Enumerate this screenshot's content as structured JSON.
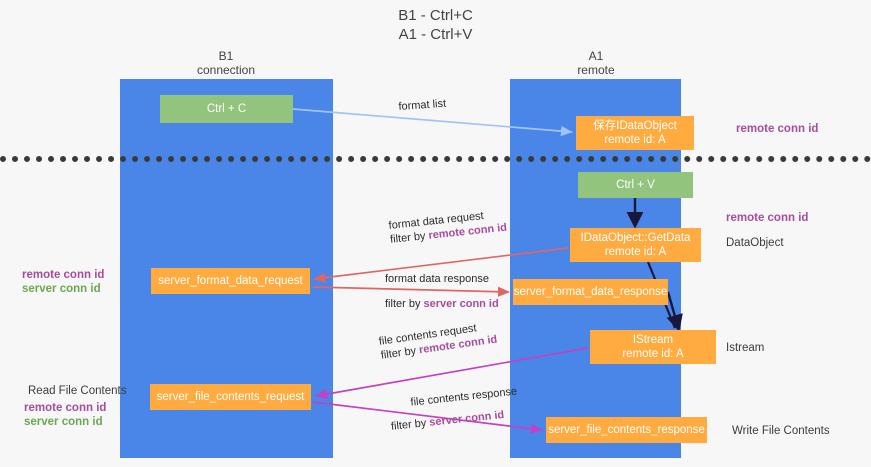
{
  "title": {
    "line1": "B1 - Ctrl+C",
    "line2": "A1 - Ctrl+V"
  },
  "columns": [
    {
      "name": "b1",
      "line1": "B1",
      "line2": "connection"
    },
    {
      "name": "a1",
      "line1": "A1",
      "line2": "remote"
    }
  ],
  "nodes": {
    "ctrl_c": {
      "line1": "Ctrl + C",
      "line2": ""
    },
    "save_idataobject": {
      "line1": "保存IDataObject",
      "line2": "remote id: A"
    },
    "ctrl_v": {
      "line1": "Ctrl + V",
      "line2": ""
    },
    "getdata": {
      "line1": "IDataObject::GetData",
      "line2": "remote id: A"
    },
    "server_format_data_request": {
      "line1": "server_format_data_request",
      "line2": ""
    },
    "server_format_data_response": {
      "line1": "server_format_data_response",
      "line2": ""
    },
    "istream": {
      "line1": "IStream",
      "line2": "remote id: A"
    },
    "server_file_contents_request": {
      "line1": "server_file_contents_request",
      "line2": ""
    },
    "server_file_contents_response": {
      "line1": "server_file_contents_response",
      "line2": ""
    }
  },
  "edge_labels": {
    "format_list": {
      "line1": "format list",
      "line2": "",
      "link": ""
    },
    "format_data_request": {
      "line1": "format data request",
      "line2": "filter by ",
      "link": "remote conn id"
    },
    "format_data_response": {
      "line1": "format data response",
      "line2": "filter by ",
      "link": "server conn id"
    },
    "file_contents_request": {
      "line1": "file contents request",
      "line2": "filter by ",
      "link": "remote conn id"
    },
    "file_contents_response": {
      "line1": "file contents response",
      "line2": "filter by ",
      "link": "server conn id"
    }
  },
  "annotations": {
    "remote_conn_id_top": "remote conn id",
    "remote_conn_id_mid": "remote conn id",
    "dataobject": "DataObject",
    "istream": "Istream",
    "write_file_contents": "Write File Contents",
    "read_file_contents": "Read File Contents",
    "remote_conn_id": "remote conn id",
    "server_conn_id": "server conn id"
  },
  "colors": {
    "lane": "#4a86e8",
    "green_node": "#93c47d",
    "orange_node": "#ffab40",
    "purple_text": "#a64d9e",
    "green_text": "#6aa84f",
    "arrow_light_blue": "#9fc5f8",
    "arrow_red": "#e06666",
    "arrow_magenta": "#c440c4",
    "arrow_dark": "#1a1a2e",
    "divider": "#3a3a3a",
    "background": "#f7f7f7"
  }
}
